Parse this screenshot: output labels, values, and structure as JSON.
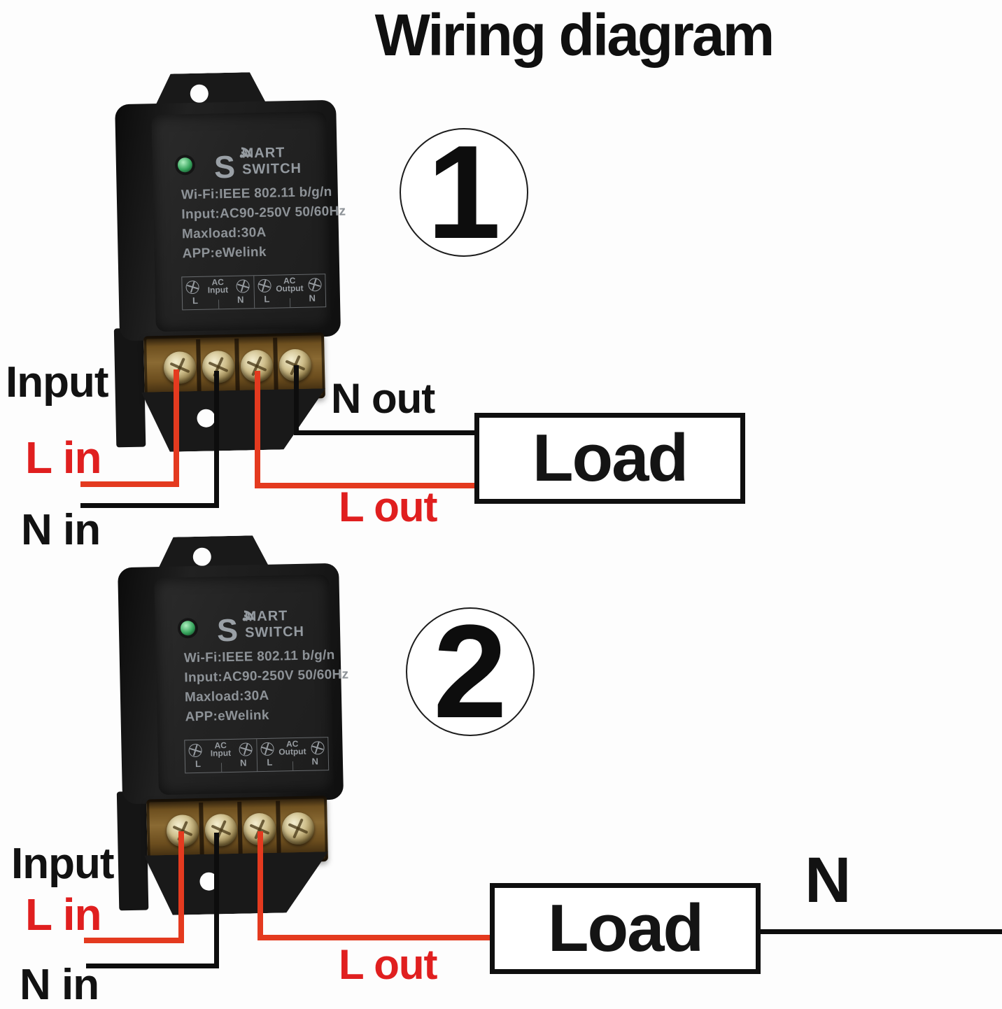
{
  "title": "Wiring diagram",
  "colors": {
    "wire_red": "#e43a1f",
    "wire_black": "#0d0d0d",
    "label_red": "#e01f1f",
    "label_black": "#121212",
    "led_green": "#36a45c",
    "device_body": "#1a1a1a",
    "terminal_brass": "#8a6a33"
  },
  "icons": {
    "led": "power-status-led",
    "wifi": "wifi-signal-arcs",
    "panel_screw": "circle-cross-screw-symbol",
    "brass_screw": "brass-terminal-screw",
    "mount_hole": "mounting-screw-hole"
  },
  "device": {
    "logo": {
      "s": "S",
      "rest": "MART SWITCH"
    },
    "specs": [
      "Wi-Fi:IEEE 802.11 b/g/n",
      "Input:AC90-250V 50/60Hz",
      "Maxload:30A",
      "APP:eWelink"
    ],
    "panel": {
      "ac": "AC",
      "input": "Input",
      "output": "Output",
      "l": "L",
      "n": "N"
    }
  },
  "diagram1": {
    "number": "1",
    "labels": {
      "input": "Input",
      "l_in": "L in",
      "n_in": "N in",
      "n_out": "N out",
      "l_out": "L out",
      "load": "Load"
    }
  },
  "diagram2": {
    "number": "2",
    "labels": {
      "input": "Input",
      "l_in": "L in",
      "n_in": "N in",
      "l_out": "L out",
      "load": "Load",
      "n": "N"
    }
  }
}
